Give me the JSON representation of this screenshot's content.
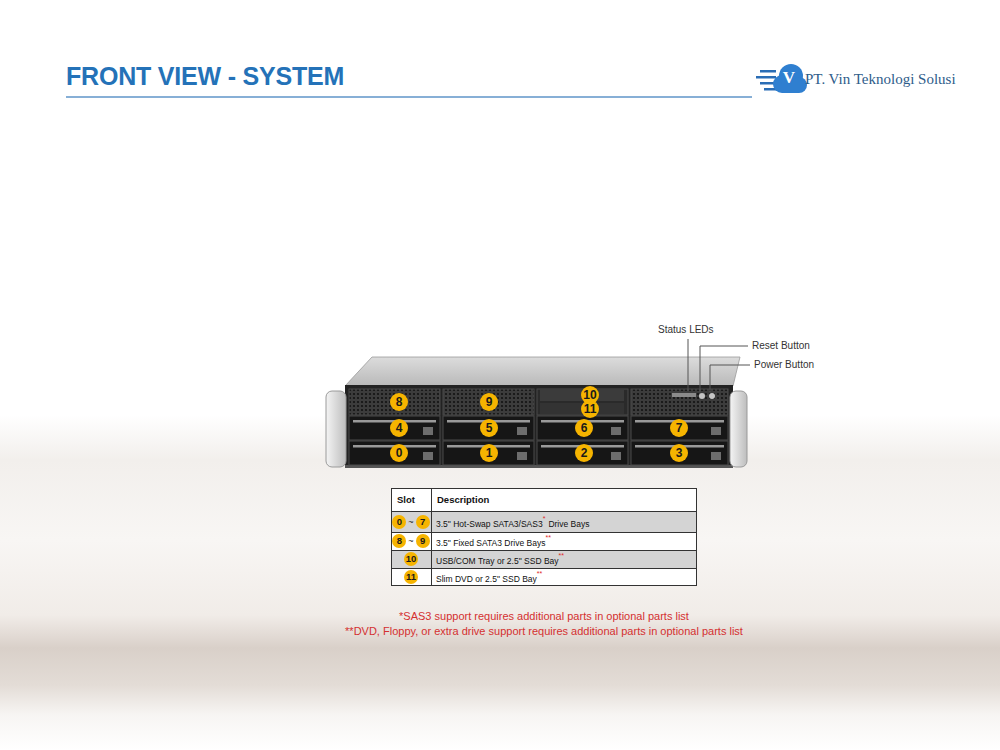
{
  "diagram": {
    "title": "FRONT VIEW - SYSTEM",
    "labels": [
      "V",
      "PT. Vin Teknologi Solusi",
      "Status LEDs",
      "Reset Button",
      "Power Button",
      "8",
      "9",
      "10",
      "11",
      "4",
      "5",
      "6",
      "7",
      "0",
      "1",
      "2",
      "3",
      "Slot",
      "Description",
      "0",
      "~",
      "7",
      "3.5\" Hot-Swap SATA3/SAS3",
      "*",
      "Drive Bays",
      "8",
      "~",
      "9",
      "3.5\" Fixed SATA3 Drive Bays",
      "**",
      "10",
      "USB/COM Tray or 2.5\" SSD Bay",
      "**",
      "11",
      "Slim DVD or 2.5\" SSD Bay",
      "**",
      "*SAS3 support requires additional parts in optional parts list",
      "**DVD, Floppy, or extra drive support requires additional parts in optional parts list"
    ]
  }
}
